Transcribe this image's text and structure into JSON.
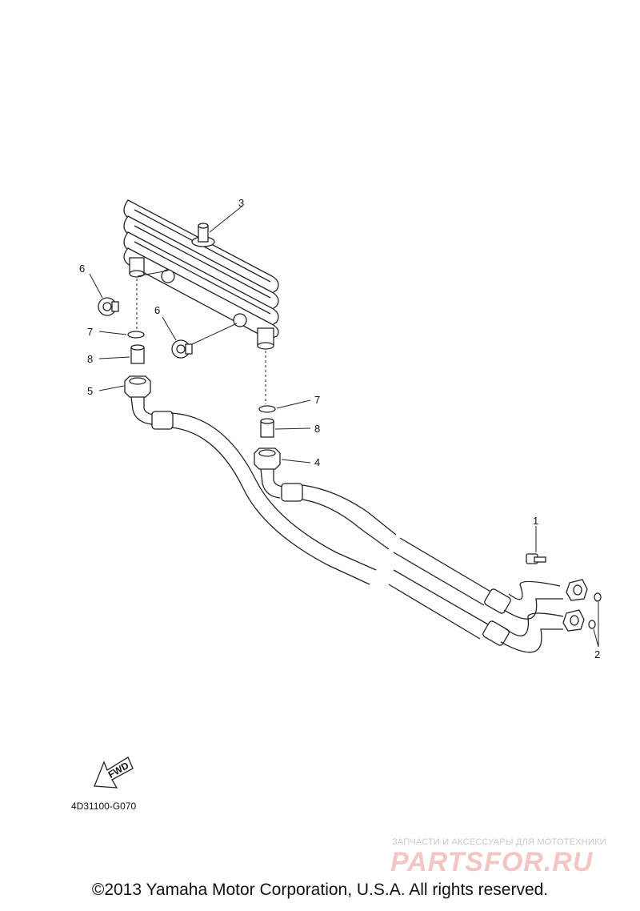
{
  "callouts": {
    "c1": "1",
    "c2": "2",
    "c3": "3",
    "c4": "4",
    "c5": "5",
    "c6a": "6",
    "c6b": "6",
    "c7a": "7",
    "c7b": "7",
    "c8a": "8",
    "c8b": "8"
  },
  "fwd_label": "FWD",
  "diagram_code": "4D31100-G070",
  "watermark": {
    "tagline": "ЗАПЧАСТИ И АКСЕССУАРЫ ДЛЯ МОТОТЕХНИКИ",
    "logo": "PARTSFOR.RU"
  },
  "copyright": "©2013 Yamaha Motor Corporation, U.S.A. All rights reserved.",
  "colors": {
    "line": "#222222",
    "watermark_text": "#c9c9c9",
    "watermark_logo": "#f3c6c6"
  }
}
